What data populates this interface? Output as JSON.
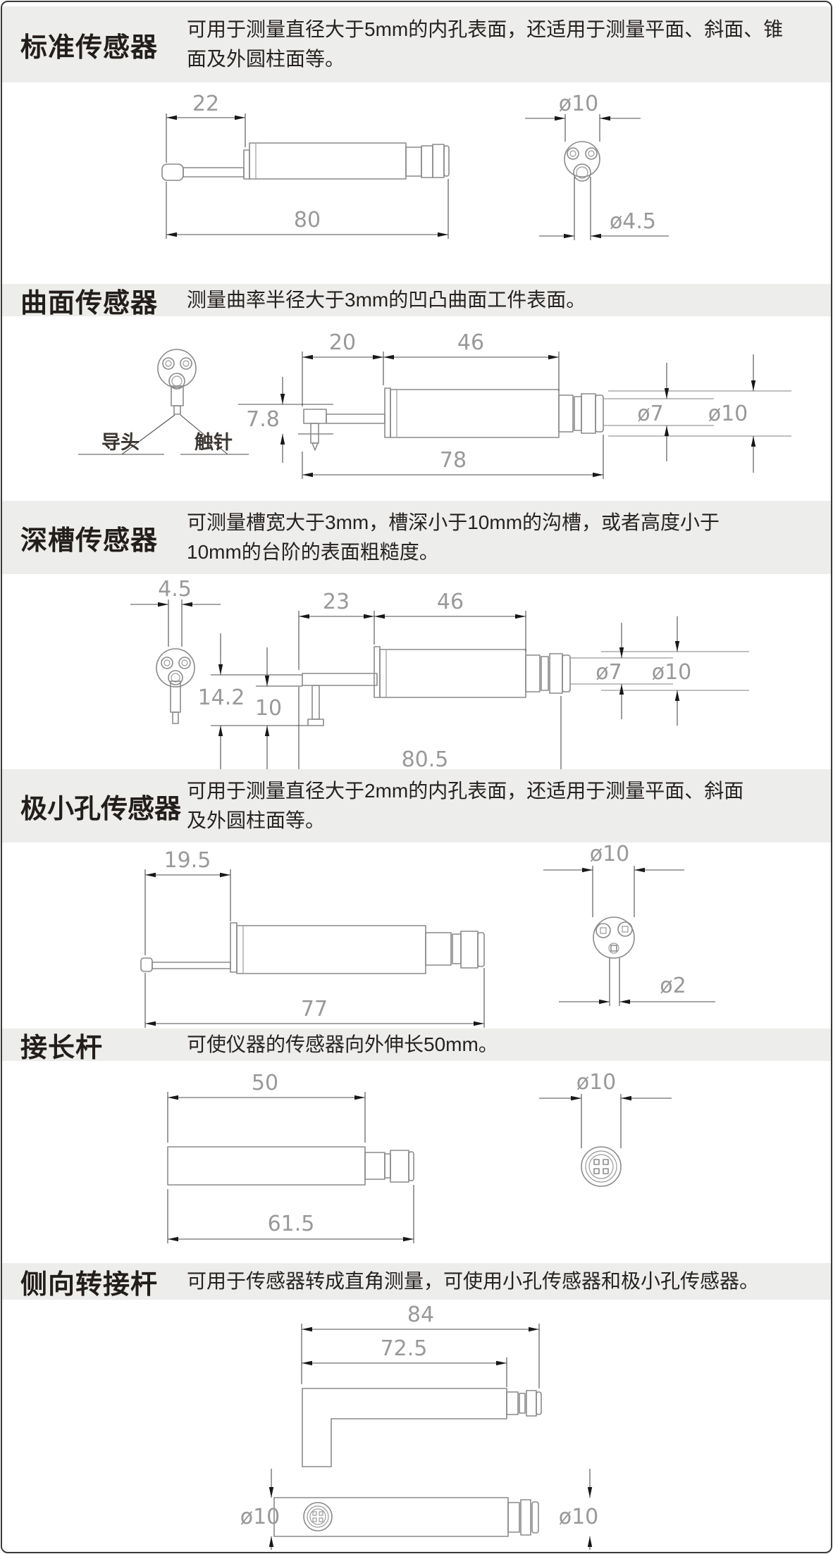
{
  "colors": {
    "band": "#ededec",
    "geometry_line": "#8a8a8a",
    "dimension_line": "#4d4d4d",
    "dimension_text": "#999999"
  },
  "sections": [
    {
      "id": "standard",
      "title": "标准传感器",
      "description": "可用于测量直径大于5mm的内孔表面，还适用于测量平面、斜面、锥\n面及外圆柱面等。",
      "dims": {
        "len_tip": "22",
        "len_total": "80",
        "dia_body": "ø10",
        "dia_probe": "ø4.5"
      }
    },
    {
      "id": "curved-surface",
      "title": "曲面传感器",
      "description": "测量曲率半径大于3mm的凹凸曲面工件表面。",
      "dims": {
        "seg1": "20",
        "seg2": "46",
        "drop": "7.8",
        "len_total": "78",
        "dia_stub": "ø7",
        "dia_body": "ø10"
      },
      "labels": {
        "guide": "导头",
        "stylus": "触针"
      }
    },
    {
      "id": "deep-groove",
      "title": "深槽传感器",
      "description": "可测量槽宽大于3mm，槽深小于10mm的沟槽，或者高度小于\n10mm的台阶的表面粗糙度。",
      "dims": {
        "tip_w": "4.5",
        "seg1": "23",
        "seg2": "46",
        "drop1": "14.2",
        "drop2": "10",
        "len_total": "80.5",
        "dia_stub": "ø7",
        "dia_body": "ø10"
      }
    },
    {
      "id": "micro-hole",
      "title": "极小孔传感器",
      "description": "可用于测量直径大于2mm的内孔表面，还适用于测量平面、斜面\n及外圆柱面等。",
      "dims": {
        "len_tip": "19.5",
        "len_total": "77",
        "dia_body": "ø10",
        "dia_probe": "ø2"
      }
    },
    {
      "id": "extension-rod",
      "title": "接长杆",
      "description": "可使仪器的传感器向外伸长50mm。",
      "dims": {
        "len_ext": "50",
        "len_total": "61.5",
        "dia_body": "ø10"
      }
    },
    {
      "id": "side-adapter",
      "title": "侧向转接杆",
      "description": "可用于传感器转成直角测量，可使用小孔传感器和极小孔传感器。",
      "dims": {
        "len_total": "84",
        "len_rod": "72.5",
        "dia_left": "ø10",
        "dia_right": "ø10"
      }
    }
  ]
}
